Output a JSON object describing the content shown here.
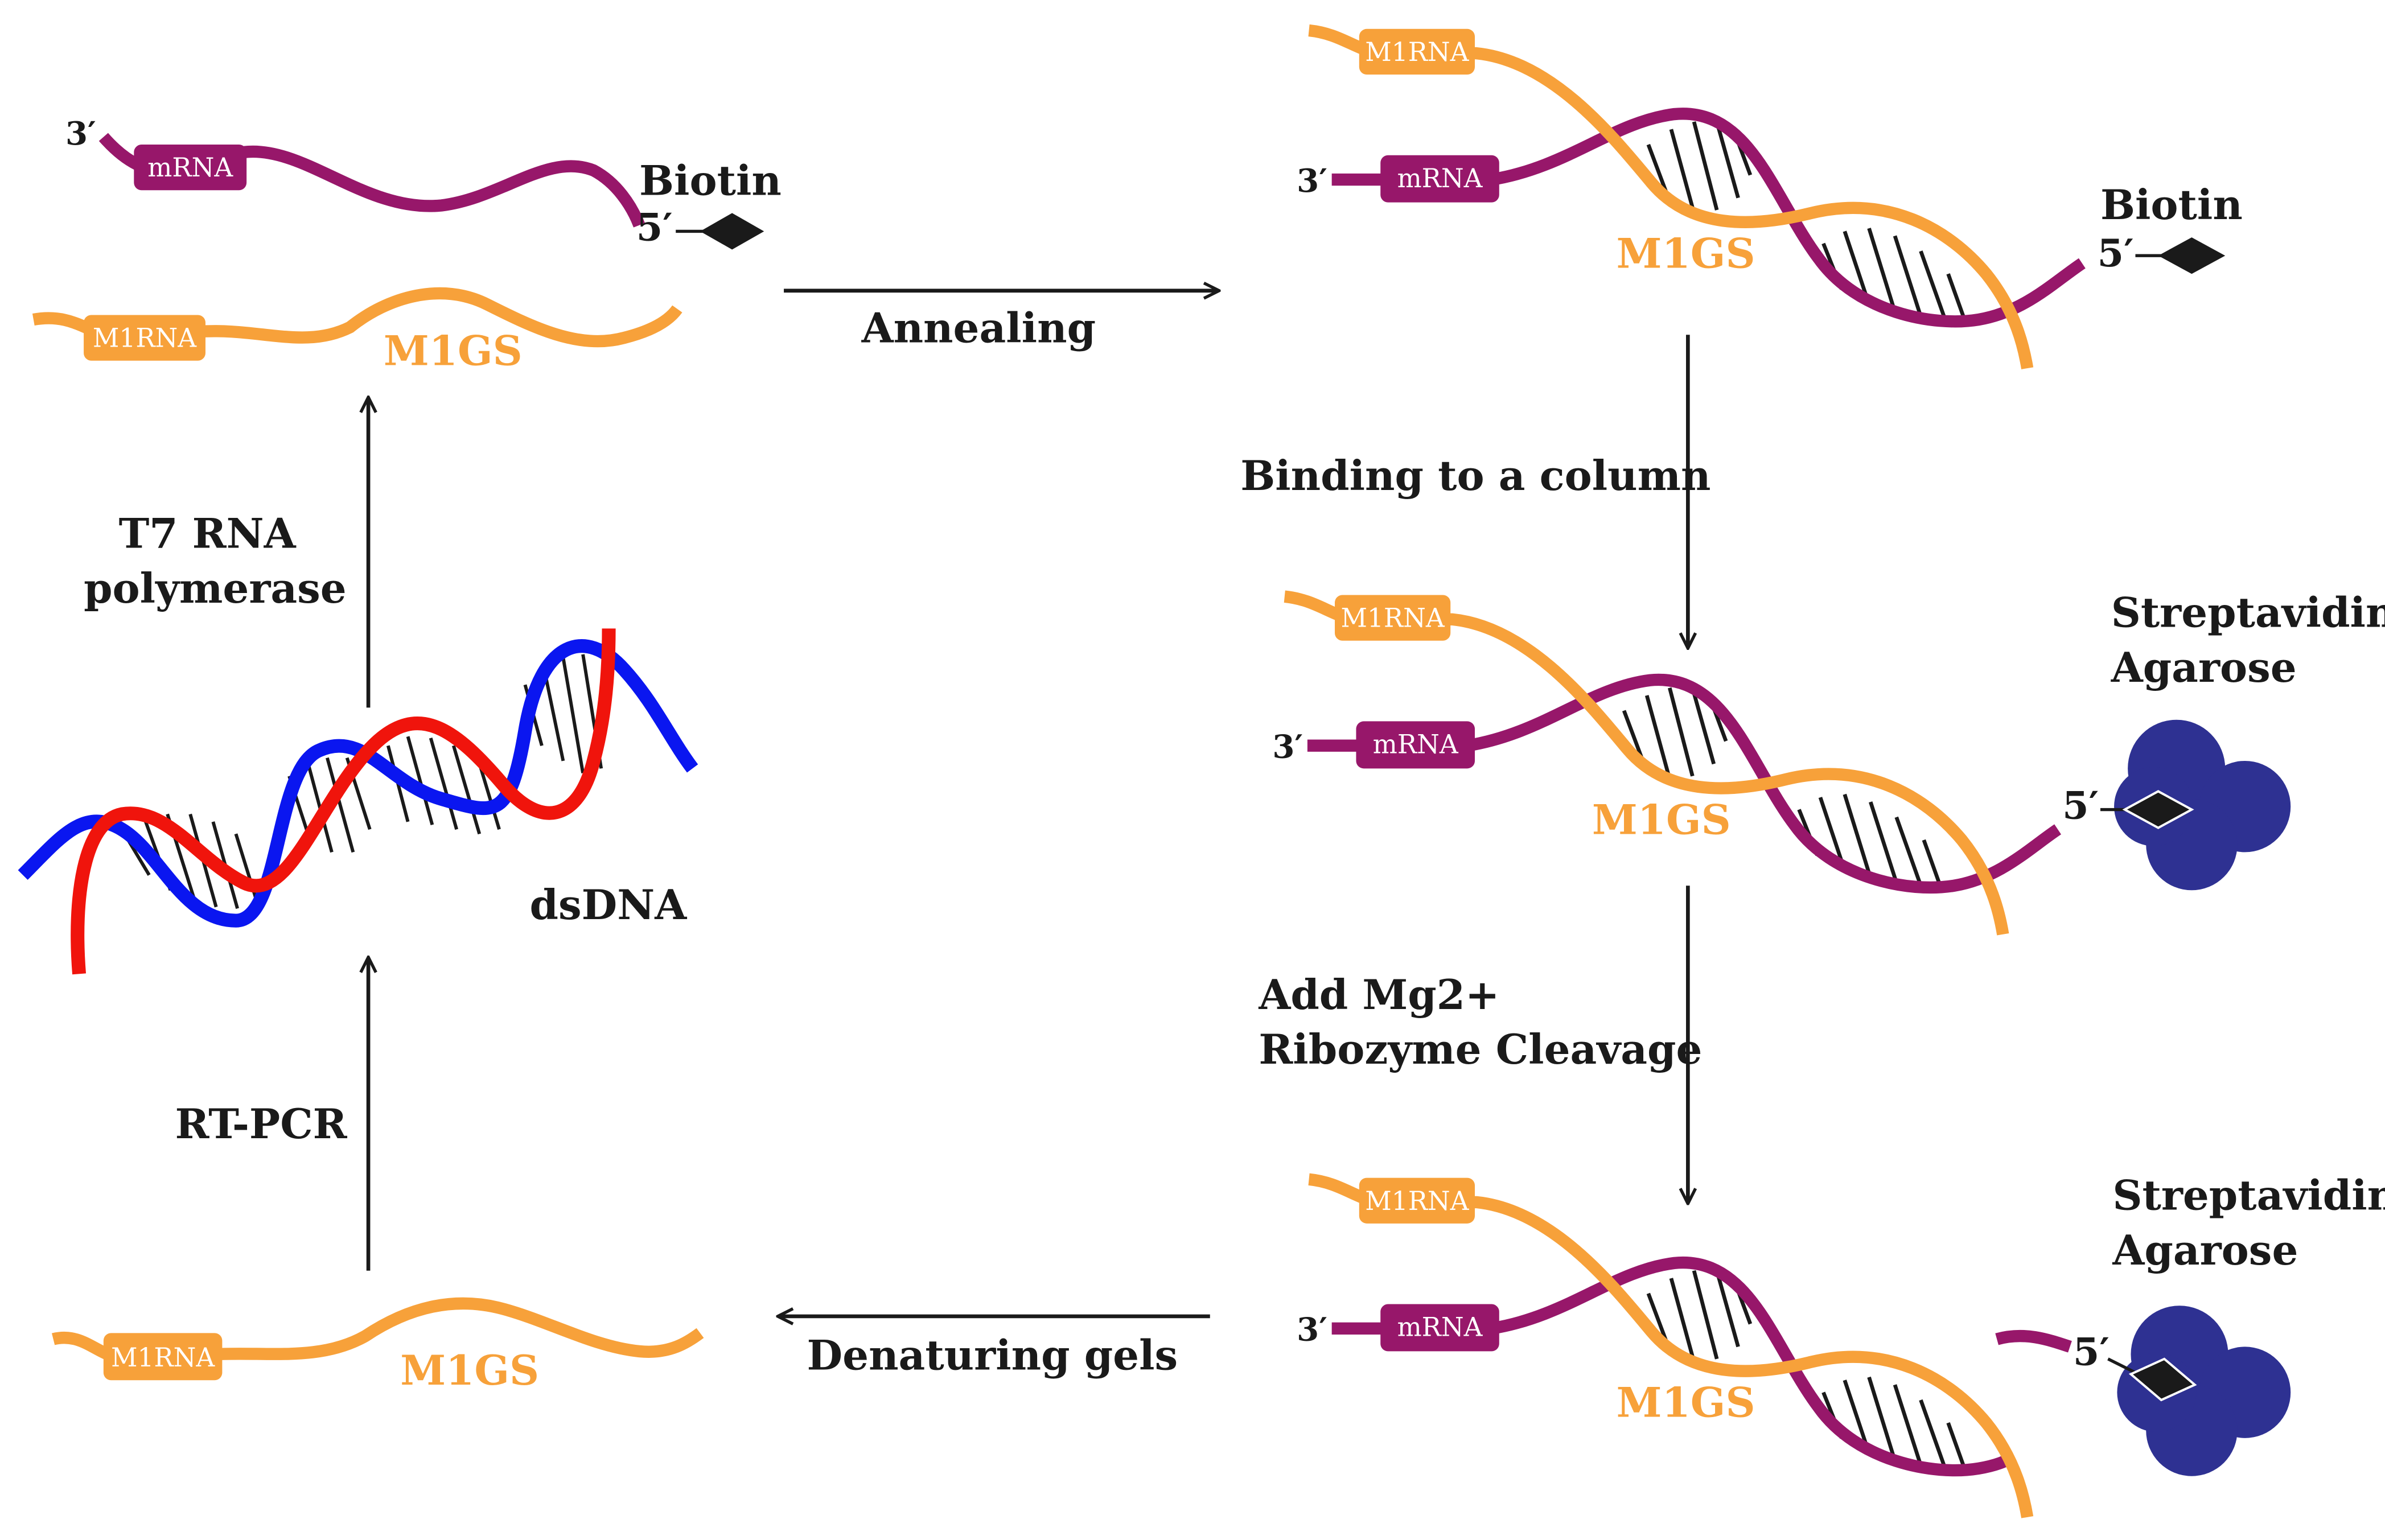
{
  "diagram": {
    "colors": {
      "m1gs_strand": "#f7a13a",
      "mrna_strand": "#97176a",
      "dna_strand_red": "#f0140c",
      "dna_strand_blue": "#0a16f0",
      "streptavidin": "#2e3192",
      "arrow": "#1a1a1a",
      "text": "#1a1a1a"
    },
    "icons": [
      "biotin-diamond-icon",
      "streptavidin-agarose-bead-icon"
    ],
    "tags": {
      "m1rna": "M1RNA",
      "mrna": "mRNA"
    },
    "primes": {
      "three": "3′",
      "five": "5′"
    },
    "step_labels": {
      "annealing": "Annealing",
      "binding": "Binding to a column",
      "add_mg": "Add Mg2+",
      "ribozyme_cleavage": "Ribozyme Cleavage",
      "denaturing": "Denaturing gels",
      "rt_pcr": "RT-PCR",
      "t7_line1": "T7 RNA",
      "t7_line2": "polymerase"
    },
    "molecule_labels": {
      "m1gs": "M1GS",
      "biotin": "Biotin",
      "dsdna": "dsDNA",
      "streptavidin_line1": "Streptavidin",
      "streptavidin_line2": "Agarose"
    }
  }
}
